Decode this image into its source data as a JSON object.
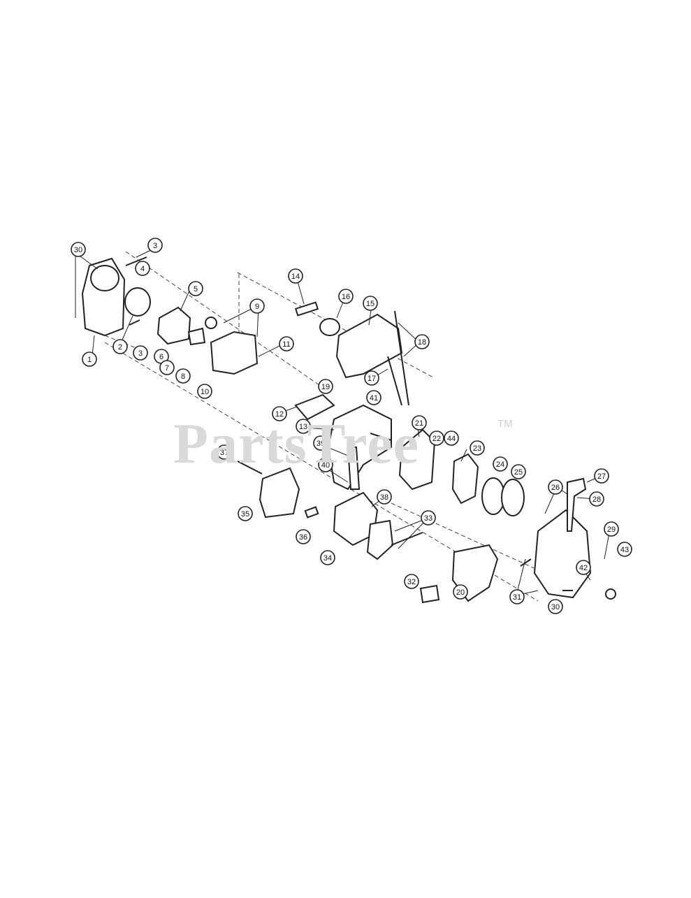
{
  "watermark": {
    "text": "PartsTree",
    "trademark": "TM"
  },
  "callouts": [
    {
      "label": "30"
    },
    {
      "label": "3"
    },
    {
      "label": "4"
    },
    {
      "label": "1"
    },
    {
      "label": "2"
    },
    {
      "label": "3"
    },
    {
      "label": "5"
    },
    {
      "label": "6"
    },
    {
      "label": "7"
    },
    {
      "label": "8"
    },
    {
      "label": "9"
    },
    {
      "label": "10"
    },
    {
      "label": "11"
    },
    {
      "label": "14"
    },
    {
      "label": "16"
    },
    {
      "label": "15"
    },
    {
      "label": "18"
    },
    {
      "label": "17"
    },
    {
      "label": "12"
    },
    {
      "label": "19"
    },
    {
      "label": "41"
    },
    {
      "label": "13"
    },
    {
      "label": "21"
    },
    {
      "label": "22"
    },
    {
      "label": "44"
    },
    {
      "label": "23"
    },
    {
      "label": "39"
    },
    {
      "label": "37"
    },
    {
      "label": "40"
    },
    {
      "label": "38"
    },
    {
      "label": "24"
    },
    {
      "label": "25"
    },
    {
      "label": "26"
    },
    {
      "label": "27"
    },
    {
      "label": "28"
    },
    {
      "label": "35"
    },
    {
      "label": "33"
    },
    {
      "label": "36"
    },
    {
      "label": "34"
    },
    {
      "label": "29"
    },
    {
      "label": "43"
    },
    {
      "label": "32"
    },
    {
      "label": "20"
    },
    {
      "label": "31"
    },
    {
      "label": "42"
    },
    {
      "label": "30"
    }
  ]
}
